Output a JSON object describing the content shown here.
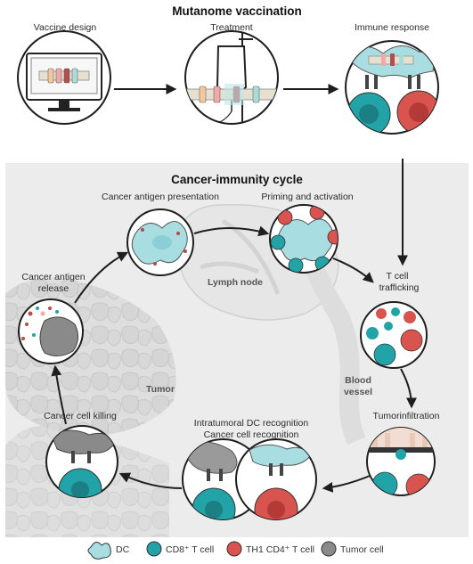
{
  "top": {
    "title": "Mutanome vaccination",
    "steps": [
      "Vaccine design",
      "Treatment",
      "Immune response"
    ]
  },
  "cycle": {
    "title": "Cancer-immunity cycle",
    "steps": {
      "antigen_presentation": "Cancer antigen presentation",
      "priming": "Priming and activation",
      "trafficking_1": "T cell",
      "trafficking_2": "trafficking",
      "infiltration": "Tumorinfiltration",
      "recognition_1": "Intratumoral DC recognition",
      "recognition_2": "Cancer cell recognition",
      "killing": "Cancer cell killing",
      "release_1": "Cancer antigen",
      "release_2": "release"
    },
    "regions": {
      "lymph_node": "Lymph node",
      "tumor": "Tumor",
      "blood_1": "Blood",
      "blood_2": "vessel"
    }
  },
  "legend": [
    {
      "label": "DC",
      "icon": "dc-icon",
      "color": "#a8dde2"
    },
    {
      "label": "CD8⁺ T cell",
      "icon": "cd8-t-cell-icon",
      "color": "#22a3a8"
    },
    {
      "label": "TH1 CD4⁺ T cell",
      "icon": "th1-cd4-t-cell-icon",
      "color": "#d9534f"
    },
    {
      "label": "Tumor cell",
      "icon": "tumor-cell-icon",
      "color": "#8a8a8a"
    }
  ],
  "colors": {
    "teal": "#22a3a8",
    "red": "#d9534f",
    "dc": "#a8dde2",
    "tumor_gray": "#8a8a8a",
    "panel_bg": "#ececec"
  }
}
